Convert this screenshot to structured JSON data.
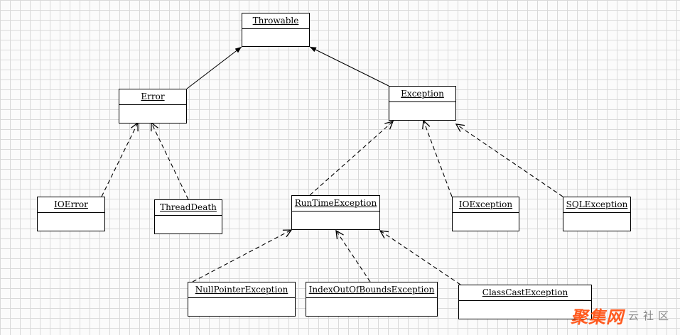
{
  "diagram": {
    "classes": [
      {
        "id": "throwable",
        "name": "Throwable"
      },
      {
        "id": "error",
        "name": "Error"
      },
      {
        "id": "exception",
        "name": "Exception"
      },
      {
        "id": "ioerror",
        "name": "IOError"
      },
      {
        "id": "threaddeath",
        "name": "ThreadDeath"
      },
      {
        "id": "runtimeexception",
        "name": "RunTimeException"
      },
      {
        "id": "ioexception",
        "name": "IOException"
      },
      {
        "id": "sqlexception",
        "name": "SQLException"
      },
      {
        "id": "nullpointerexception",
        "name": "NullPointerException"
      },
      {
        "id": "indexoutofboundsexception",
        "name": "IndexOutOfBoundsException"
      },
      {
        "id": "classcastexception",
        "name": "ClassCastException"
      }
    ],
    "relations": [
      {
        "from": "error",
        "to": "throwable",
        "style": "solid"
      },
      {
        "from": "exception",
        "to": "throwable",
        "style": "solid"
      },
      {
        "from": "ioerror",
        "to": "error",
        "style": "dashed"
      },
      {
        "from": "threaddeath",
        "to": "error",
        "style": "dashed"
      },
      {
        "from": "runtimeexception",
        "to": "exception",
        "style": "dashed"
      },
      {
        "from": "ioexception",
        "to": "exception",
        "style": "dashed"
      },
      {
        "from": "sqlexception",
        "to": "exception",
        "style": "dashed"
      },
      {
        "from": "nullpointerexception",
        "to": "runtimeexception",
        "style": "dashed"
      },
      {
        "from": "indexoutofboundsexception",
        "to": "runtimeexception",
        "style": "dashed"
      },
      {
        "from": "classcastexception",
        "to": "runtimeexception",
        "style": "dashed"
      }
    ]
  },
  "watermark": {
    "brand": "聚集网",
    "sub": "云社区"
  }
}
